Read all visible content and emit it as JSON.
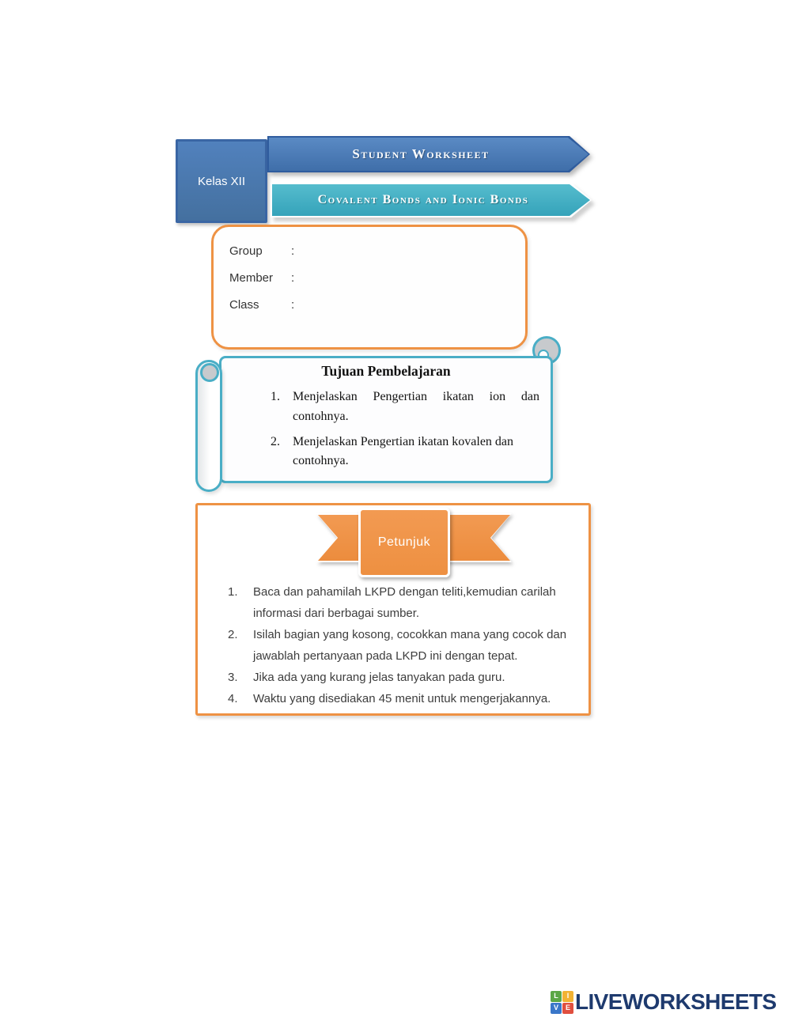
{
  "header": {
    "class_label": "Kelas XII",
    "title_banner": "Student Worksheet",
    "subtitle_banner": "Covalent Bonds and Ionic Bonds"
  },
  "identity": {
    "fields": [
      {
        "label": "Group",
        "colon": ":",
        "value": ""
      },
      {
        "label": "Member",
        "colon": ":",
        "value": ""
      },
      {
        "label": "Class",
        "colon": ":",
        "value": ""
      }
    ]
  },
  "objectives": {
    "title": "Tujuan Pembelajaran",
    "items": [
      {
        "number": "1.",
        "text": "Menjelaskan Pengertian ikatan ion dan contohnya."
      },
      {
        "number": "2.",
        "text": "Menjelaskan Pengertian ikatan kovalen dan contohnya."
      }
    ]
  },
  "instructions": {
    "title": "Petunjuk",
    "items": [
      {
        "number": "1.",
        "text": "Baca dan pahamilah LKPD dengan teliti,kemudian carilah informasi dari berbagai sumber."
      },
      {
        "number": "2.",
        "text": "Isilah bagian yang kosong, cocokkan mana yang cocok dan jawablah pertanyaan pada LKPD ini dengan tepat."
      },
      {
        "number": "3.",
        "text": "Jika ada yang kurang jelas tanyakan pada guru."
      },
      {
        "number": "4.",
        "text": "Waktu yang disediakan 45 menit untuk mengerjakannya."
      }
    ]
  },
  "footer": {
    "logo_text": "LIVEWORKSHEETS",
    "logo_tiles": [
      {
        "letter": "L",
        "color": "#5ba746"
      },
      {
        "letter": "I",
        "color": "#f2b233"
      },
      {
        "letter": "V",
        "color": "#3a77c9"
      },
      {
        "letter": "E",
        "color": "#e04f3f"
      }
    ]
  },
  "colors": {
    "banner_blue": "#4a7ab8",
    "banner_teal": "#41b1c5",
    "accent_orange": "#ee9244",
    "scroll_teal": "#4aaec6",
    "logo_navy": "#1e3a6e"
  }
}
